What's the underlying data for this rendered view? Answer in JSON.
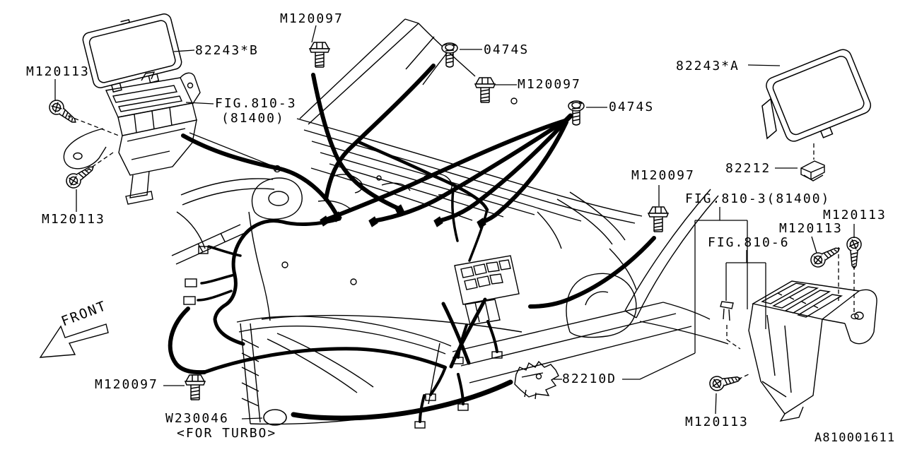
{
  "diagram": {
    "type": "parts-diagram-wiring-harness-main",
    "drawing_code": "A810001611",
    "orientation_label": "FRONT",
    "colors": {
      "line": "#000000",
      "background": "#ffffff"
    },
    "callouts": [
      {
        "id": "m120097-top",
        "label": "M120097"
      },
      {
        "id": "82243-b",
        "label": "82243*B"
      },
      {
        "id": "m120113-topleft",
        "label": "M120113"
      },
      {
        "id": "fig810-3-left",
        "label": "FIG.810-3",
        "label2": "(81400)"
      },
      {
        "id": "0474s-top",
        "label": "0474S"
      },
      {
        "id": "m120097-mid",
        "label": "M120097"
      },
      {
        "id": "0474s-mid",
        "label": "0474S"
      },
      {
        "id": "82243-a",
        "label": "82243*A"
      },
      {
        "id": "82212",
        "label": "82212"
      },
      {
        "id": "m120097-right",
        "label": "M120097"
      },
      {
        "id": "fig810-3-right",
        "label": "FIG.810-3(81400)"
      },
      {
        "id": "m120113-right-inner",
        "label": "M120113"
      },
      {
        "id": "m120113-right-outer",
        "label": "M120113"
      },
      {
        "id": "fig810-6",
        "label": "FIG.810-6"
      },
      {
        "id": "m120113-left",
        "label": "M120113"
      },
      {
        "id": "m120097-bottom",
        "label": "M120097"
      },
      {
        "id": "w230046",
        "label": "W230046",
        "note": "<FOR TURBO>"
      },
      {
        "id": "82210d",
        "label": "82210D"
      },
      {
        "id": "m120113-bottom-right",
        "label": "M120113"
      }
    ],
    "icons": [
      "hex-flange-bolt-icon",
      "washer-head-screw-icon",
      "tapping-screw-icon",
      "harness-clamp-diamond-icon",
      "grommet-ellipse-icon",
      "front-direction-arrow-icon"
    ]
  }
}
